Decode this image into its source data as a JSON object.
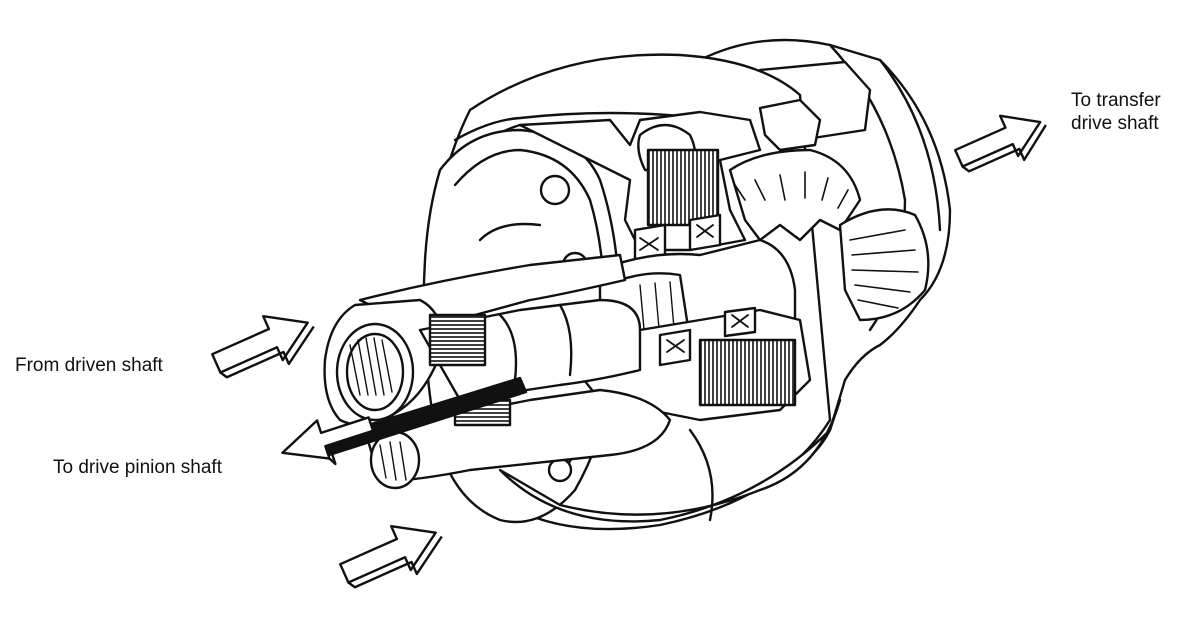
{
  "labels": {
    "transfer_line1": "To transfer",
    "transfer_line2": "drive shaft",
    "driven": "From driven shaft",
    "pinion": "To drive pinion shaft"
  },
  "colors": {
    "ink": "#111111",
    "paper": "#ffffff"
  },
  "icons": {
    "flow_in": "arrow-right-icon",
    "flow_out": "arrow-left-icon"
  }
}
